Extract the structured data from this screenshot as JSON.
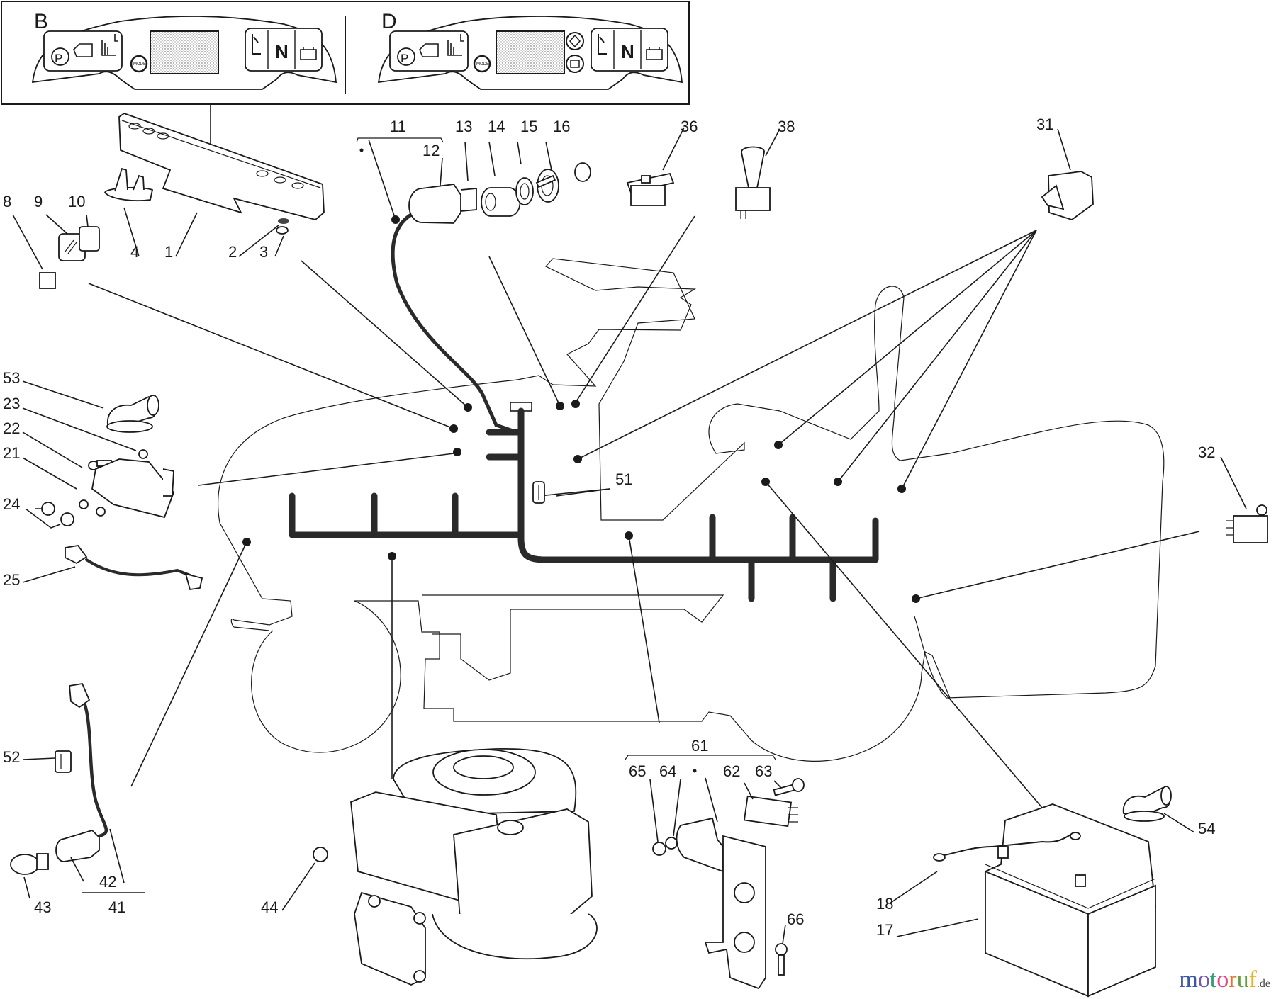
{
  "diagram": {
    "type": "exploded-parts-diagram",
    "subject": "Ride-on mower electrical system",
    "inset_panels": [
      {
        "id": "B",
        "label": "B",
        "dashboard": {
          "left_icons": [
            "parking-brake-icon",
            "engine-icon",
            "cutting-height-icon"
          ],
          "button_label": "MODE",
          "right_icons": [
            "seat-icon",
            "neutral-icon",
            "battery-icon"
          ],
          "neutral_letter": "N",
          "extra_buttons": []
        }
      },
      {
        "id": "D",
        "label": "D",
        "dashboard": {
          "left_icons": [
            "parking-brake-icon",
            "engine-icon",
            "cutting-height-icon"
          ],
          "button_label": "MODE",
          "right_icons": [
            "seat-icon",
            "neutral-icon",
            "battery-icon"
          ],
          "neutral_letter": "N",
          "extra_buttons": [
            "diamond-button-icon",
            "square-button-icon"
          ]
        }
      }
    ],
    "part_labels": [
      {
        "num": "1",
        "part": "dashboard"
      },
      {
        "num": "2",
        "part": "washer"
      },
      {
        "num": "3",
        "part": "nut"
      },
      {
        "num": "4",
        "part": "dashboard-bracket"
      },
      {
        "num": "8",
        "part": "fuse"
      },
      {
        "num": "9",
        "part": "fuse-holder"
      },
      {
        "num": "10",
        "part": "fuse-holder-cover"
      },
      {
        "num": "11",
        "part": "ignition-switch-assembly"
      },
      {
        "num": "12",
        "part": "ignition-switch"
      },
      {
        "num": "13",
        "part": "bushing"
      },
      {
        "num": "14",
        "part": "washer"
      },
      {
        "num": "15",
        "part": "ring-nut"
      },
      {
        "num": "16",
        "part": "ignition-key"
      },
      {
        "num": "17",
        "part": "battery"
      },
      {
        "num": "18",
        "part": "battery-strap"
      },
      {
        "num": "21",
        "part": "solenoid"
      },
      {
        "num": "22",
        "part": "screw"
      },
      {
        "num": "23",
        "part": "nut"
      },
      {
        "num": "24",
        "part": "nuts"
      },
      {
        "num": "25",
        "part": "wire-connector"
      },
      {
        "num": "31",
        "part": "rocker-switch"
      },
      {
        "num": "32",
        "part": "microswitch"
      },
      {
        "num": "36",
        "part": "switch"
      },
      {
        "num": "38",
        "part": "push-switch"
      },
      {
        "num": "41",
        "part": "lamp-assembly"
      },
      {
        "num": "42",
        "part": "lamp-holder"
      },
      {
        "num": "43",
        "part": "bulb"
      },
      {
        "num": "44",
        "part": "nut"
      },
      {
        "num": "51",
        "part": "cable-clip"
      },
      {
        "num": "52",
        "part": "cable-clip"
      },
      {
        "num": "53",
        "part": "terminal-cover"
      },
      {
        "num": "54",
        "part": "terminal-cover"
      },
      {
        "num": "61",
        "part": "microswitch-assembly"
      },
      {
        "num": "62",
        "part": "microswitch"
      },
      {
        "num": "63",
        "part": "screw"
      },
      {
        "num": "64",
        "part": "washer"
      },
      {
        "num": "65",
        "part": "nut"
      },
      {
        "num": "66",
        "part": "screw"
      }
    ],
    "assembly_marker": "•"
  },
  "watermark": {
    "letters": [
      {
        "ch": "m",
        "color": "#3b55a8"
      },
      {
        "ch": "o",
        "color": "#6c58b6"
      },
      {
        "ch": "t",
        "color": "#2f9c78"
      },
      {
        "ch": "o",
        "color": "#e0478a"
      },
      {
        "ch": "r",
        "color": "#e2752a"
      },
      {
        "ch": "u",
        "color": "#5ba23e"
      },
      {
        "ch": "f",
        "color": "#e8b21e"
      }
    ],
    "suffix": ".de"
  }
}
